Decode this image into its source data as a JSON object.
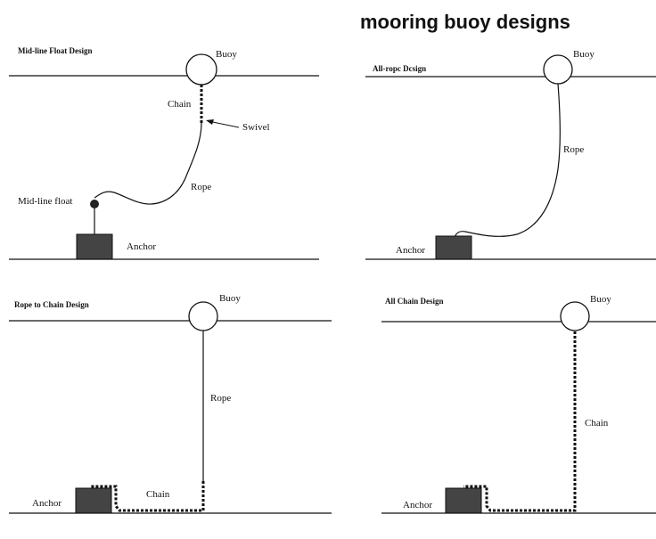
{
  "title": "mooring buoy designs",
  "panels": {
    "midline": {
      "title": "Mid-line Float Design",
      "buoy": "Buoy",
      "chain": "Chain",
      "swivel": "Swivel",
      "rope": "Rope",
      "float": "Mid-line float",
      "anchor": "Anchor"
    },
    "allrope": {
      "title": "All-ropc Dcsign",
      "buoy": "Buoy",
      "rope": "Rope",
      "anchor": "Anchor"
    },
    "ropechain": {
      "title": "Rope to Chain Design",
      "buoy": "Buoy",
      "rope": "Rope",
      "chain": "Chain",
      "anchor": "Anchor"
    },
    "allchain": {
      "title": "All Chain Design",
      "buoy": "Buoy",
      "chain": "Chain",
      "anchor": "Anchor"
    }
  },
  "colors": {
    "line": "#111111",
    "anchor_fill": "#444444",
    "float_fill": "#222222"
  }
}
